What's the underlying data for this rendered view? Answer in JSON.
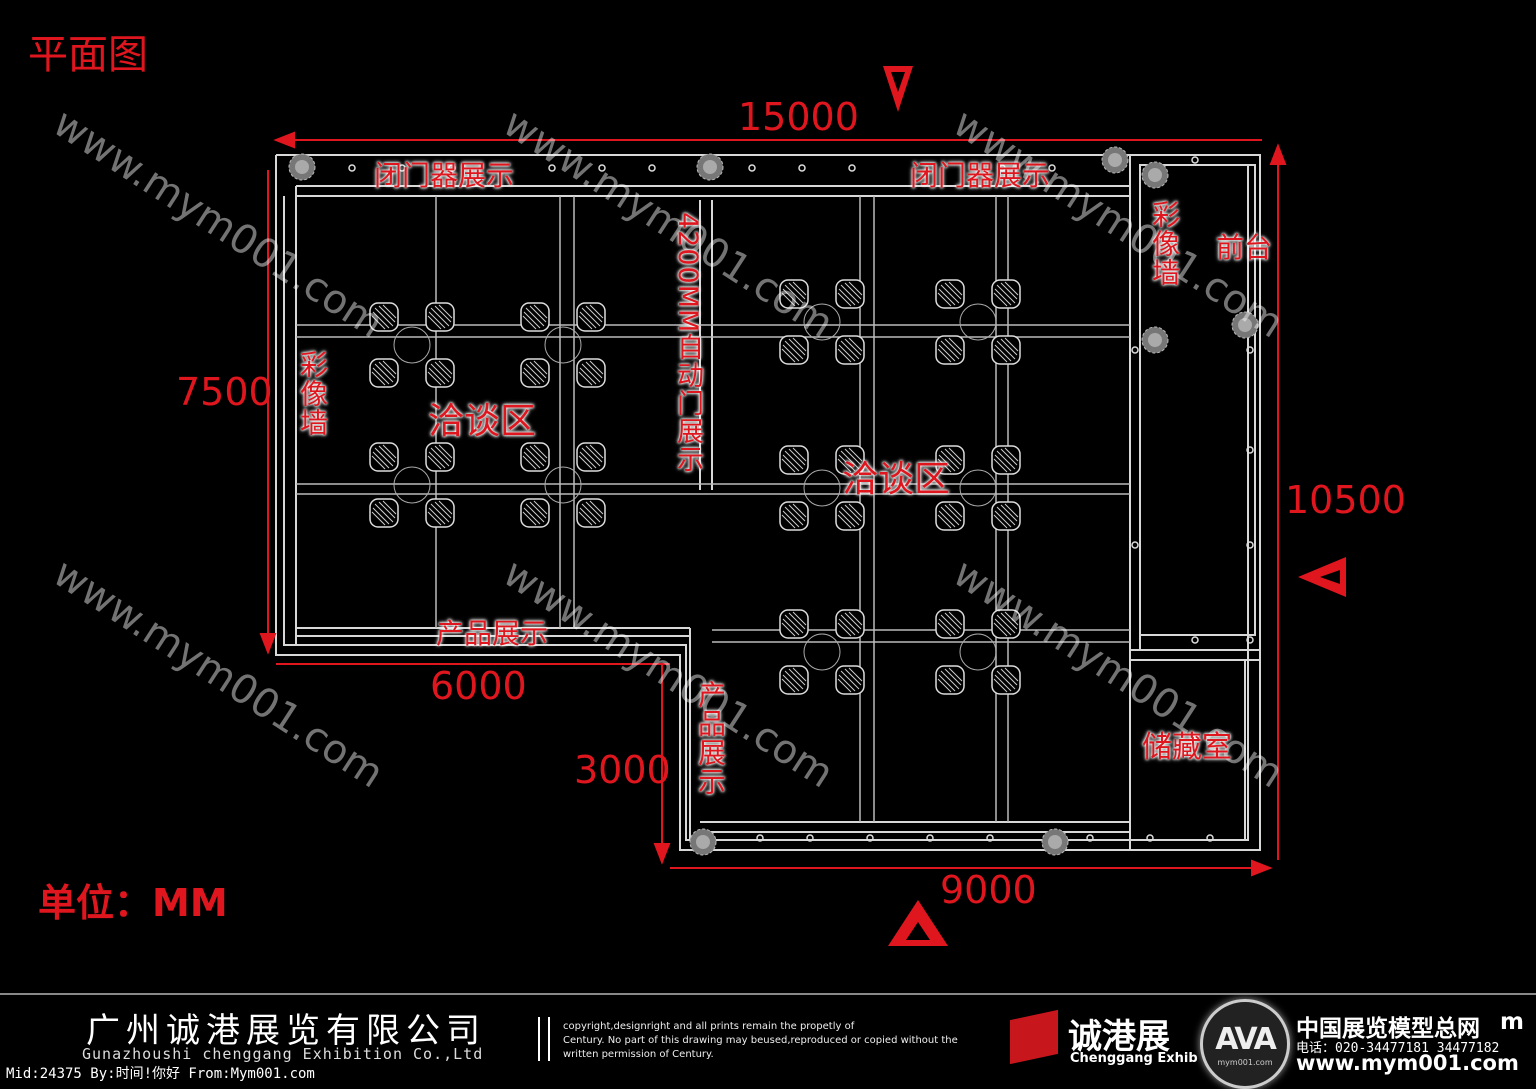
{
  "title": "平面图",
  "unit_label": "单位：MM",
  "dimensions": {
    "top": "15000",
    "left": "7500",
    "right": "10500",
    "bottom_left": "6000",
    "step": "3000",
    "bottom_right": "9000"
  },
  "labels": {
    "closer_display_1": "闭门器展示",
    "closer_display_2": "闭门器展示",
    "color_wall_left": "彩像墙",
    "color_wall_right": "彩像墙",
    "front_desk": "前台",
    "negotiation_1": "洽谈区",
    "negotiation_2": "洽谈区",
    "auto_door": "4200MM自动门展示",
    "product_display_1": "产品展示",
    "product_display_2": "产品展示",
    "storage": "储藏室"
  },
  "watermark": "www.mym001.com",
  "footer": {
    "company_cn": "广州诚港展览有限公司",
    "company_en": "Gunazhoushi chenggang Exhibition Co.,Ltd",
    "meta": "Mid:24375 By:时间!你好 From:Mym001.com",
    "copyright_1": "copyright,designright and all prints remain the propetly of",
    "copyright_2": "Century. No part of this drawing may beused,reproduced or copied without the",
    "copyright_3": "written permission of        Century.",
    "brand_cn": "诚港展",
    "brand_en": "Chenggang Exhib",
    "site_cn": "中国展览模型总网",
    "site_suffix": "m",
    "phone": "电话：020-34477181 34477182",
    "site_url": "www.mym001.com",
    "logo_text": "AVA",
    "logo_sub": "mym001.com"
  },
  "colors": {
    "accent": "#e0161f",
    "line": "#d8d8d8"
  }
}
